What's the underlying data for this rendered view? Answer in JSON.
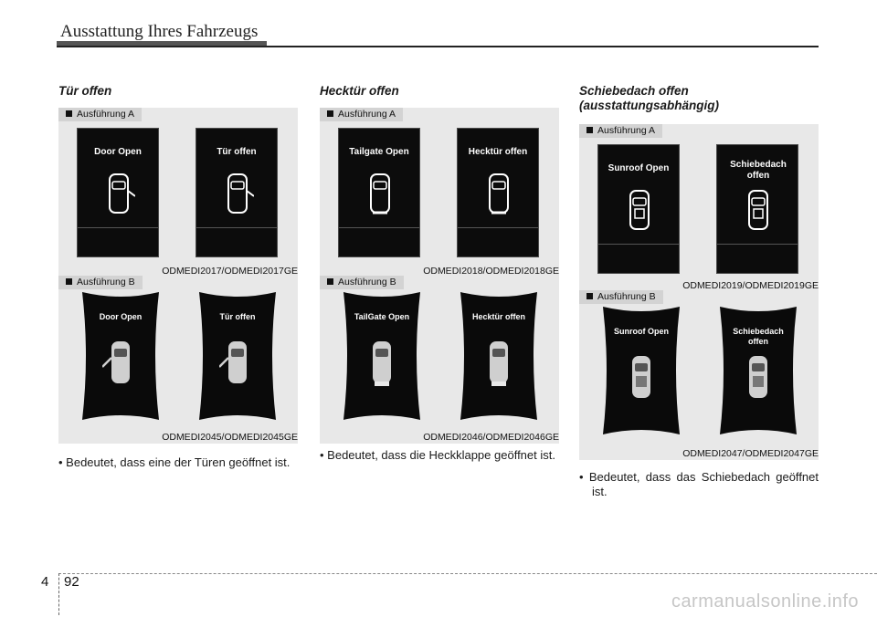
{
  "header": {
    "title": "Ausstattung Ihres Fahrzeugs"
  },
  "columns": [
    {
      "title": "Tür offen",
      "variant_a": {
        "label": "Ausführung A",
        "screen_en": "Door Open",
        "screen_de": "Tür offen",
        "code": "ODMEDI2017/ODMEDI2017GE"
      },
      "variant_b": {
        "label": "Ausführung B",
        "screen_en": "Door Open",
        "screen_de": "Tür offen",
        "code": "ODMEDI2045/ODMEDI2045GE"
      },
      "bullet": "• Bedeutet, dass eine der Türen geöffnet ist."
    },
    {
      "title": "Hecktür offen",
      "variant_a": {
        "label": "Ausführung A",
        "screen_en": "Tailgate Open",
        "screen_de": "Hecktür offen",
        "code": "ODMEDI2018/ODMEDI2018GE"
      },
      "variant_b": {
        "label": "Ausführung B",
        "screen_en": "TailGate Open",
        "screen_de": "Hecktür offen",
        "code": "ODMEDI2046/ODMEDI2046GE"
      },
      "bullet": "• Bedeutet, dass die Heckklappe geöffnet ist."
    },
    {
      "title": "Schiebedach offen (ausstattungsabhängig)",
      "variant_a": {
        "label": "Ausführung A",
        "screen_en": "Sunroof Open",
        "screen_de": "Schiebedach offen",
        "code": "ODMEDI2019/ODMEDI2019GE"
      },
      "variant_b": {
        "label": "Ausführung B",
        "screen_en": "Sunroof Open",
        "screen_de": "Schiebedach offen",
        "code": "ODMEDI2047/ODMEDI2047GE"
      },
      "bullet": "• Bedeutet, dass das Schiebedach geöffnet ist."
    }
  ],
  "footer": {
    "chapter": "4",
    "page": "92"
  },
  "watermark": "carmanualsonline.info"
}
